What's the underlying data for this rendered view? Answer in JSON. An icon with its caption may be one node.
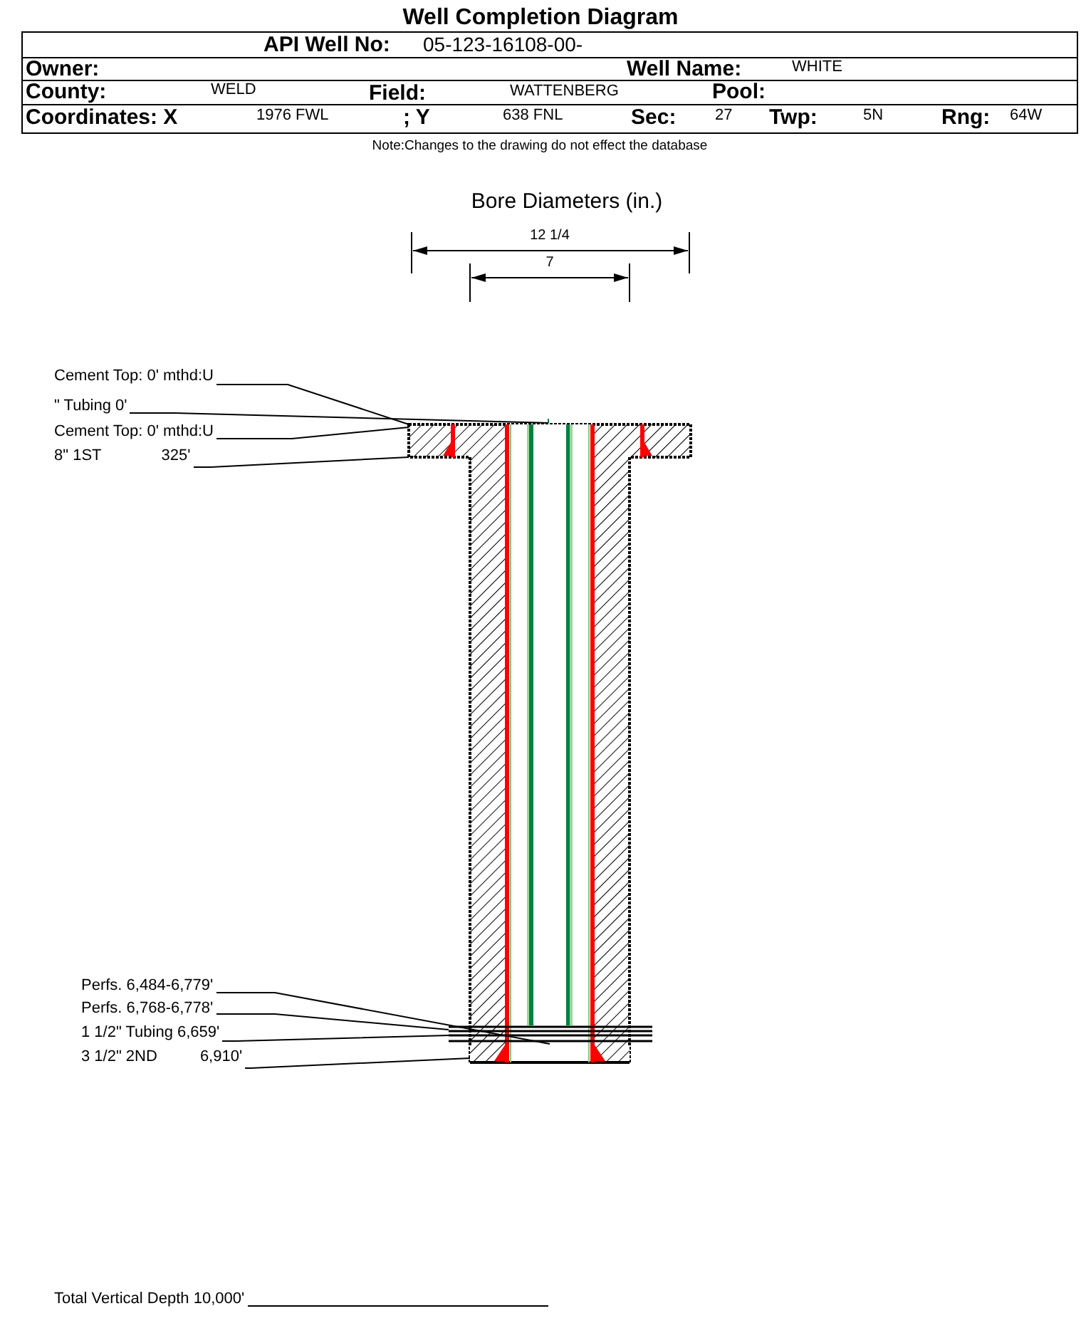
{
  "diagram": {
    "title": "Well Completion Diagram",
    "nodes": [
      {
        "text": [
          "Cement Top: 0' mthd:U"
        ]
      },
      {
        "text": [
          "\" Tubing 0'"
        ]
      },
      {
        "text": [
          "Cement Top: 0' mthd:U"
        ]
      },
      {
        "text": [
          "8\" 1ST",
          "325'"
        ]
      },
      {
        "text": [
          "Perfs. 6,484-6,779'"
        ]
      },
      {
        "text": [
          "Perfs. 6,768-6,778'"
        ]
      },
      {
        "text": [
          "1 1/2\" Tubing 6,659'"
        ]
      },
      {
        "text": [
          "3 1/2\" 2ND",
          "6,910'"
        ]
      },
      {
        "text": [
          "Total Vertical Depth 10,000'"
        ]
      },
      {
        "text": [],
        "shape": "picture"
      }
    ],
    "edges": [
      {
        "from": 0,
        "to": 9,
        "arrow": "none"
      },
      {
        "from": 1,
        "to": 9,
        "arrow": "none"
      },
      {
        "from": 2,
        "to": 9,
        "arrow": "none"
      },
      {
        "from": 3,
        "to": 9,
        "arrow": "none"
      },
      {
        "from": 4,
        "to": 9,
        "arrow": "none"
      },
      {
        "from": 5,
        "to": 9,
        "arrow": "none"
      },
      {
        "from": 6,
        "to": 9,
        "arrow": "none"
      },
      {
        "from": 7,
        "to": 9,
        "arrow": "none"
      },
      {
        "from": 8,
        "to": null,
        "arrow": "none"
      }
    ],
    "labels": [
      "API Well No:",
      "05-123-16108-00-",
      "Owner:",
      "Well Name:",
      "WHITE",
      "County:",
      "WELD",
      "Field:",
      "WATTENBERG",
      "Pool:",
      "Coordinates: X",
      "1976 FWL",
      "; Y",
      "638 FNL",
      "Sec:",
      "27",
      "Twp:",
      "5N",
      "Rng:",
      "64W",
      "Note:Changes to the drawing do not effect the database",
      "Bore Diameters (in.)",
      "12 1/4",
      "7"
    ]
  }
}
